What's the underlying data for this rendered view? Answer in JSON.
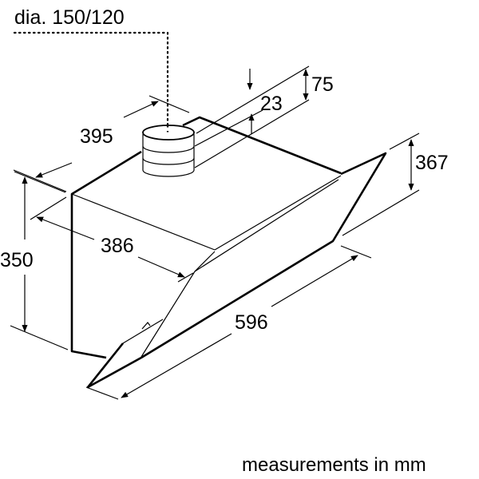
{
  "duct_label": "dia. 150/120",
  "dimensions": {
    "depth_top": "395",
    "depth_bottom": "386",
    "height": "350",
    "width": "596",
    "glass_height": "367",
    "duct_height": "75",
    "duct_offset": "23"
  },
  "footer": "measurements in mm"
}
